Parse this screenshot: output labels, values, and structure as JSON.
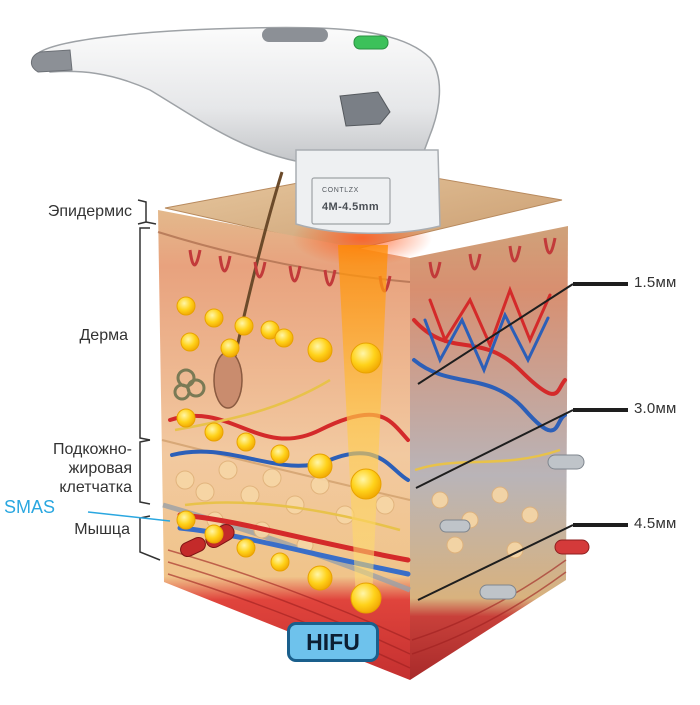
{
  "layers": {
    "epidermis": "Эпидермис",
    "dermis": "Дерма",
    "subcutaneous_lines": [
      "Подкожно-",
      "жировая",
      "клетчатка"
    ],
    "smas": "SMAS",
    "muscle": "Мышца"
  },
  "depths": [
    "1.5мм",
    "3.0мм",
    "4.5мм"
  ],
  "device": {
    "cartridge_brand": "CONTLZX",
    "cartridge_spec": "4M-4.5mm"
  },
  "badge": "HIFU",
  "colors": {
    "smas_text": "#2aa7e0",
    "badge_fill": "#6ec2ec",
    "badge_border": "#1a5f8c",
    "focus_dot": "#ffd21a",
    "artery": "#d42a2a",
    "vein": "#2c5fb8",
    "beam": "#ffb020"
  }
}
